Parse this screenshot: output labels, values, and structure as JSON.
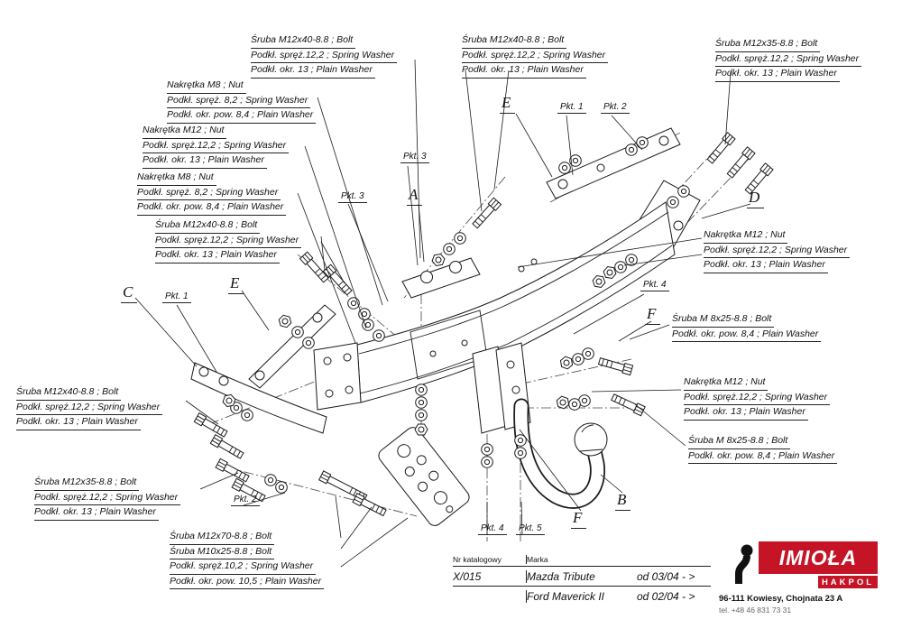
{
  "colors": {
    "ink": "#1a1a1a",
    "logo_red": "#c41425",
    "tel_gray": "#666666"
  },
  "callouts": [
    {
      "lines": [
        "Śruba M12x40-8.8 ;  Bolt",
        "Podkł. spręż.12,2 ; Spring Washer",
        "Podkł. okr. 13 ; Plain Washer"
      ]
    },
    {
      "lines": [
        "Nakrętka  M8 ; Nut",
        "Podkł. spręż. 8,2 ; Spring Washer",
        "Podkł. okr. pow. 8,4 ; Plain Washer"
      ]
    },
    {
      "lines": [
        "Nakrętka  M12 ; Nut",
        "Podkł. spręż.12,2 ; Spring Washer",
        "Podkł. okr. 13 ; Plain Washer"
      ]
    },
    {
      "lines": [
        "Nakrętka  M8 ; Nut",
        "Podkł. spręż. 8,2 ; Spring Washer",
        "Podkł. okr. pow. 8,4 ; Plain Washer"
      ]
    },
    {
      "lines": [
        "Śruba M12x40-8.8 ;  Bolt",
        "Podkł. spręż.12,2 ; Spring Washer",
        "Podkł. okr. 13 ; Plain Washer"
      ]
    },
    {
      "lines": [
        "Śruba M12x40-8.8 ;  Bolt",
        "Podkł. spręż.12,2 ; Spring Washer",
        "Podkł. okr. 13 ; Plain Washer"
      ]
    },
    {
      "lines": [
        "Śruba M12x35-8.8 ;  Bolt",
        "Podkł. spręż.12,2 ; Spring Washer",
        "Podkł. okr. 13 ; Plain Washer"
      ]
    },
    {
      "lines": [
        "Nakrętka  M12 ; Nut",
        "Podkł. spręż.12,2 ; Spring Washer",
        "Podkł. okr. 13 ; Plain Washer"
      ]
    },
    {
      "lines": [
        "Śruba M 8x25-8.8 ;  Bolt",
        "Podkł. okr. pow. 8,4 ; Plain Washer"
      ]
    },
    {
      "lines": [
        "Nakrętka  M12 ; Nut",
        "Podkł. spręż.12,2 ; Spring Washer",
        "Podkł. okr. 13 ; Plain Washer"
      ]
    },
    {
      "lines": [
        "Śruba M 8x25-8.8 ;  Bolt",
        "Podkł. okr. pow. 8,4 ; Plain Washer"
      ]
    },
    {
      "lines": [
        "Śruba M12x40-8.8 ;  Bolt",
        "Podkł. spręż.12,2 ; Spring Washer",
        "Podkł. okr. 13 ; Plain Washer"
      ]
    },
    {
      "lines": [
        "Śruba M12x35-8.8 ;  Bolt",
        "Podkł. spręż.12,2 ; Spring Washer",
        "Podkł. okr. 13 ; Plain Washer"
      ]
    },
    {
      "lines": [
        "Śruba M12x70-8.8 ;  Bolt",
        "Śruba M10x25-8.8 ;  Bolt",
        "Podkł. spręż.10,2 ; Spring Washer",
        "Podkł. okr. pow. 10,5 ; Plain Washer"
      ]
    }
  ],
  "ref_letters": [
    "A",
    "B",
    "C",
    "D",
    "E",
    "E",
    "F",
    "F"
  ],
  "pkt_labels": [
    "Pkt. 3",
    "Pkt. 3",
    "Pkt. 1",
    "Pkt. 2",
    "Pkt. 1",
    "Pkt. 4",
    "Pkt. 2",
    "Pkt. 4",
    "Pkt. 5"
  ],
  "footer": {
    "catalog_header": "Nr katalogowy",
    "brand_header": "Marka",
    "catalog_number": "X/015",
    "models": [
      {
        "name": "Mazda Tribute",
        "from": "od 03/04 - >"
      },
      {
        "name": "Ford Maverick II",
        "from": "od 02/04 - >"
      }
    ],
    "logo": {
      "name": "IMIOŁA",
      "sub": "HAKPOL"
    },
    "address": "96-111 Kowiesy, Chojnata 23 A",
    "phone": "tel. +48 46 831 73 31"
  }
}
